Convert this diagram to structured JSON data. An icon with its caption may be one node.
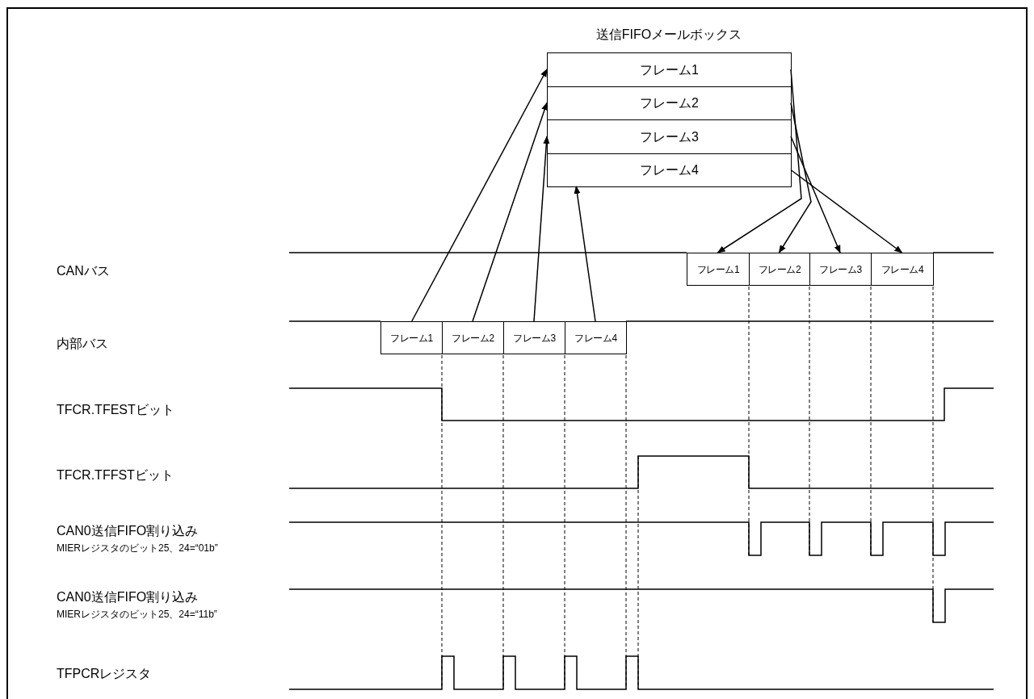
{
  "diagram": {
    "nodes": [
      {
        "text": [
          "送信FIFOメールボックス"
        ]
      },
      {
        "text": [
          "フレーム1"
        ],
        "in": 0
      },
      {
        "text": [
          "フレーム2"
        ],
        "in": 0
      },
      {
        "text": [
          "フレーム3"
        ],
        "in": 0
      },
      {
        "text": [
          "フレーム4"
        ],
        "in": 0
      },
      {
        "text": [
          "フレーム1"
        ]
      },
      {
        "text": [
          "フレーム2"
        ]
      },
      {
        "text": [
          "フレーム3"
        ]
      },
      {
        "text": [
          "フレーム4"
        ]
      },
      {
        "text": [
          "フレーム1"
        ]
      },
      {
        "text": [
          "フレーム2"
        ]
      },
      {
        "text": [
          "フレーム3"
        ]
      },
      {
        "text": [
          "フレーム4"
        ]
      }
    ],
    "edges": [
      {
        "from": 5,
        "to": 1,
        "arrow": "to"
      },
      {
        "from": 6,
        "to": 2,
        "arrow": "to"
      },
      {
        "from": 7,
        "to": 3,
        "arrow": "to"
      },
      {
        "from": 8,
        "to": 4,
        "arrow": "to"
      },
      {
        "from": 1,
        "to": 9,
        "arrow": "to"
      },
      {
        "from": 2,
        "to": 10,
        "arrow": "to"
      },
      {
        "from": 3,
        "to": 11,
        "arrow": "to"
      },
      {
        "from": 4,
        "to": 12,
        "arrow": "to"
      }
    ],
    "labels": [
      "CANバス",
      "内部バス",
      "TFCR.TFESTビット",
      "TFCR.TFFSTビット",
      "CAN0送信FIFO割り込み",
      "MIERレジスタのビット25、24=“01b”",
      "CAN0送信FIFO割り込み",
      "MIERレジスタのビット25、24=“11b”",
      "TFPCRレジスタ"
    ]
  }
}
